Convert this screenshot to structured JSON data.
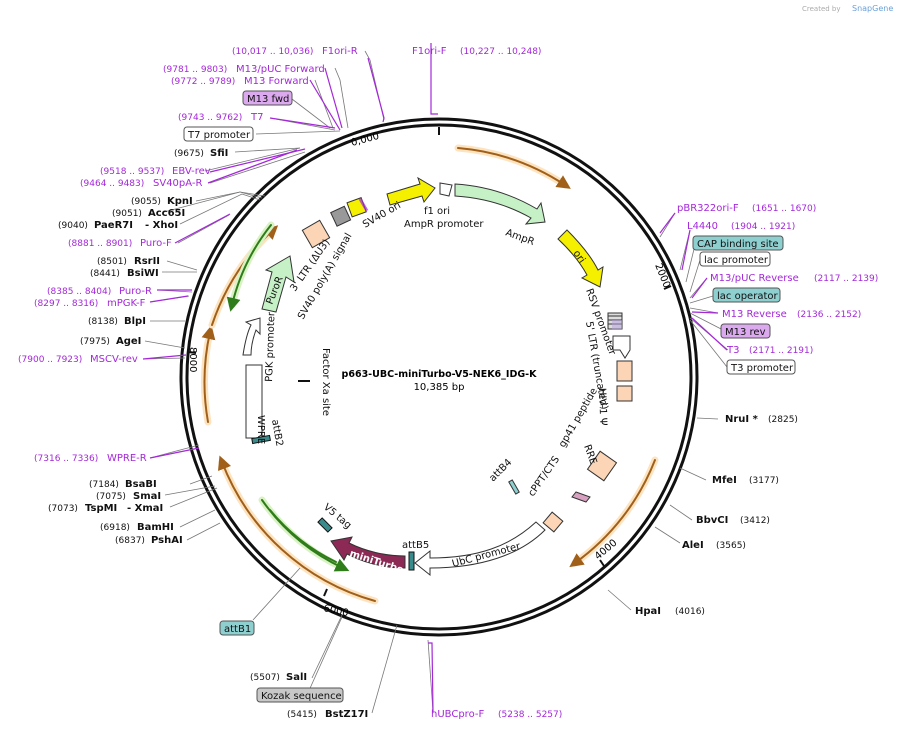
{
  "credit": "Created by",
  "credit_brand": "SnapGene",
  "plasmid": {
    "name": "p663-UBC-miniTurbo-V5-NEK6_IDG-K",
    "size": "10,385 bp"
  },
  "colors": {
    "primer": "#a428d8",
    "orange": "#f4a33c",
    "green": "#6fbf3a",
    "ori": "#f5f000",
    "cds_green": "#c6f0c6",
    "mini": "#8c2a55",
    "promoter_white": "#ffffff",
    "box_tan": "#fbd5b5",
    "chip_blue": "#8ecfd0",
    "chip_purple": "#dba9ee",
    "chip_grey": "#c8c8c8"
  },
  "ticks": {
    "t0": "0,000",
    "t2000": "2000",
    "t4000": "4000",
    "t6000": "6000",
    "t8000": "8000"
  },
  "features_in": {
    "f1ori": "f1 ori",
    "ampr_prom": "AmpR promoter",
    "ampr": "AmpR",
    "ori": "ori",
    "sv40ori": "SV40 ori",
    "ltr": "3' LTR (ΔU3)",
    "sv40pa": "SV40 poly(A) signal",
    "puror": "PuroR",
    "pgk": "PGK promoter",
    "wpre": "WPRE",
    "attb2": "attB2",
    "factorxa": "Factor Xa site",
    "rsv": "RSV promoter",
    "ltr5": "5' LTR (truncated)",
    "hiv": "HIV-1 Ψ",
    "rre": "RRE",
    "gp41": "gp41 peptide",
    "cppt": "cPPT/CTS",
    "attb4": "attB4",
    "ubc": "UbC promoter",
    "attb5": "attB5",
    "miniturbo": "miniTurbo",
    "v5": "V5 tag"
  },
  "left_labels": {
    "f1ori_r": {
      "pos": "(10,017 .. 10,036)",
      "name": "F1ori-R"
    },
    "f1ori_f": {
      "name": "F1ori-F",
      "pos": "(10,227 .. 10,248)"
    },
    "m13puc_f": {
      "pos": "(9781 .. 9803)",
      "name": "M13/pUC Forward"
    },
    "m13_f": {
      "pos": "(9772 .. 9789)",
      "name": "M13 Forward"
    },
    "m13fwd": "M13 fwd",
    "t7": {
      "pos": "(9743 .. 9762)",
      "name": "T7"
    },
    "t7prom": "T7 promoter",
    "sfii": {
      "pos": "(9675)",
      "name": "SfiI"
    },
    "ebv": {
      "pos": "(9518 .. 9537)",
      "name": "EBV-rev"
    },
    "sv40pa_r": {
      "pos": "(9464 .. 9483)",
      "name": "SV40pA-R"
    },
    "kpni": {
      "pos": "(9055)",
      "name": "KpnI"
    },
    "acc65i": {
      "pos": "(9051)",
      "name": "Acc65I"
    },
    "paer7i": {
      "pos": "(9040)",
      "name": "PaeR7I",
      "name2": "- XhoI"
    },
    "puro_f": {
      "pos": "(8881 .. 8901)",
      "name": "Puro-F"
    },
    "rsrii": {
      "pos": "(8501)",
      "name": "RsrII"
    },
    "bsiwi": {
      "pos": "(8441)",
      "name": "BsiWI"
    },
    "puro_r": {
      "pos": "(8385 .. 8404)",
      "name": "Puro-R"
    },
    "mpgk": {
      "pos": "(8297 .. 8316)",
      "name": "mPGK-F"
    },
    "blpi": {
      "pos": "(8138)",
      "name": "BlpI"
    },
    "agei": {
      "pos": "(7975)",
      "name": "AgeI"
    },
    "mscv": {
      "pos": "(7900 .. 7923)",
      "name": "MSCV-rev"
    },
    "wpre_r": {
      "pos": "(7316 .. 7336)",
      "name": "WPRE-R"
    },
    "bsabi": {
      "pos": "(7184)",
      "name": "BsaBI"
    },
    "smai": {
      "pos": "(7075)",
      "name": "SmaI"
    },
    "tspmi": {
      "pos": "(7073)",
      "name": "TspMI",
      "name2": "- XmaI"
    },
    "bamhi": {
      "pos": "(6918)",
      "name": "BamHI"
    },
    "pshai": {
      "pos": "(6837)",
      "name": "PshAI"
    },
    "attb1": "attB1",
    "sali": {
      "pos": "(5507)",
      "name": "SalI"
    },
    "kozak": "Kozak sequence",
    "bstz17i": {
      "pos": "(5415)",
      "name": "BstZ17I"
    },
    "hubc": {
      "name": "hUBCpro-F",
      "pos": "(5238 .. 5257)"
    }
  },
  "right_labels": {
    "pbr322": {
      "name": "pBR322ori-F",
      "pos": "(1651 .. 1670)"
    },
    "l4440": {
      "name": "L4440",
      "pos": "(1904 .. 1921)"
    },
    "cap": "CAP binding site",
    "lacprom": "lac promoter",
    "m13puc_r": {
      "name": "M13/pUC Reverse",
      "pos": "(2117 .. 2139)"
    },
    "lacop": "lac operator",
    "m13_r": {
      "name": "M13 Reverse",
      "pos": "(2136 .. 2152)"
    },
    "m13rev": "M13 rev",
    "t3": {
      "name": "T3",
      "pos": "(2171 .. 2191)"
    },
    "t3prom": "T3 promoter",
    "nrui": {
      "name": "NruI *",
      "pos": "(2825)"
    },
    "mfei": {
      "name": "MfeI",
      "pos": "(3177)"
    },
    "bbvci": {
      "name": "BbvCI",
      "pos": "(3412)"
    },
    "alei": {
      "name": "AleI",
      "pos": "(3565)"
    },
    "hpai": {
      "name": "HpaI",
      "pos": "(4016)"
    }
  }
}
